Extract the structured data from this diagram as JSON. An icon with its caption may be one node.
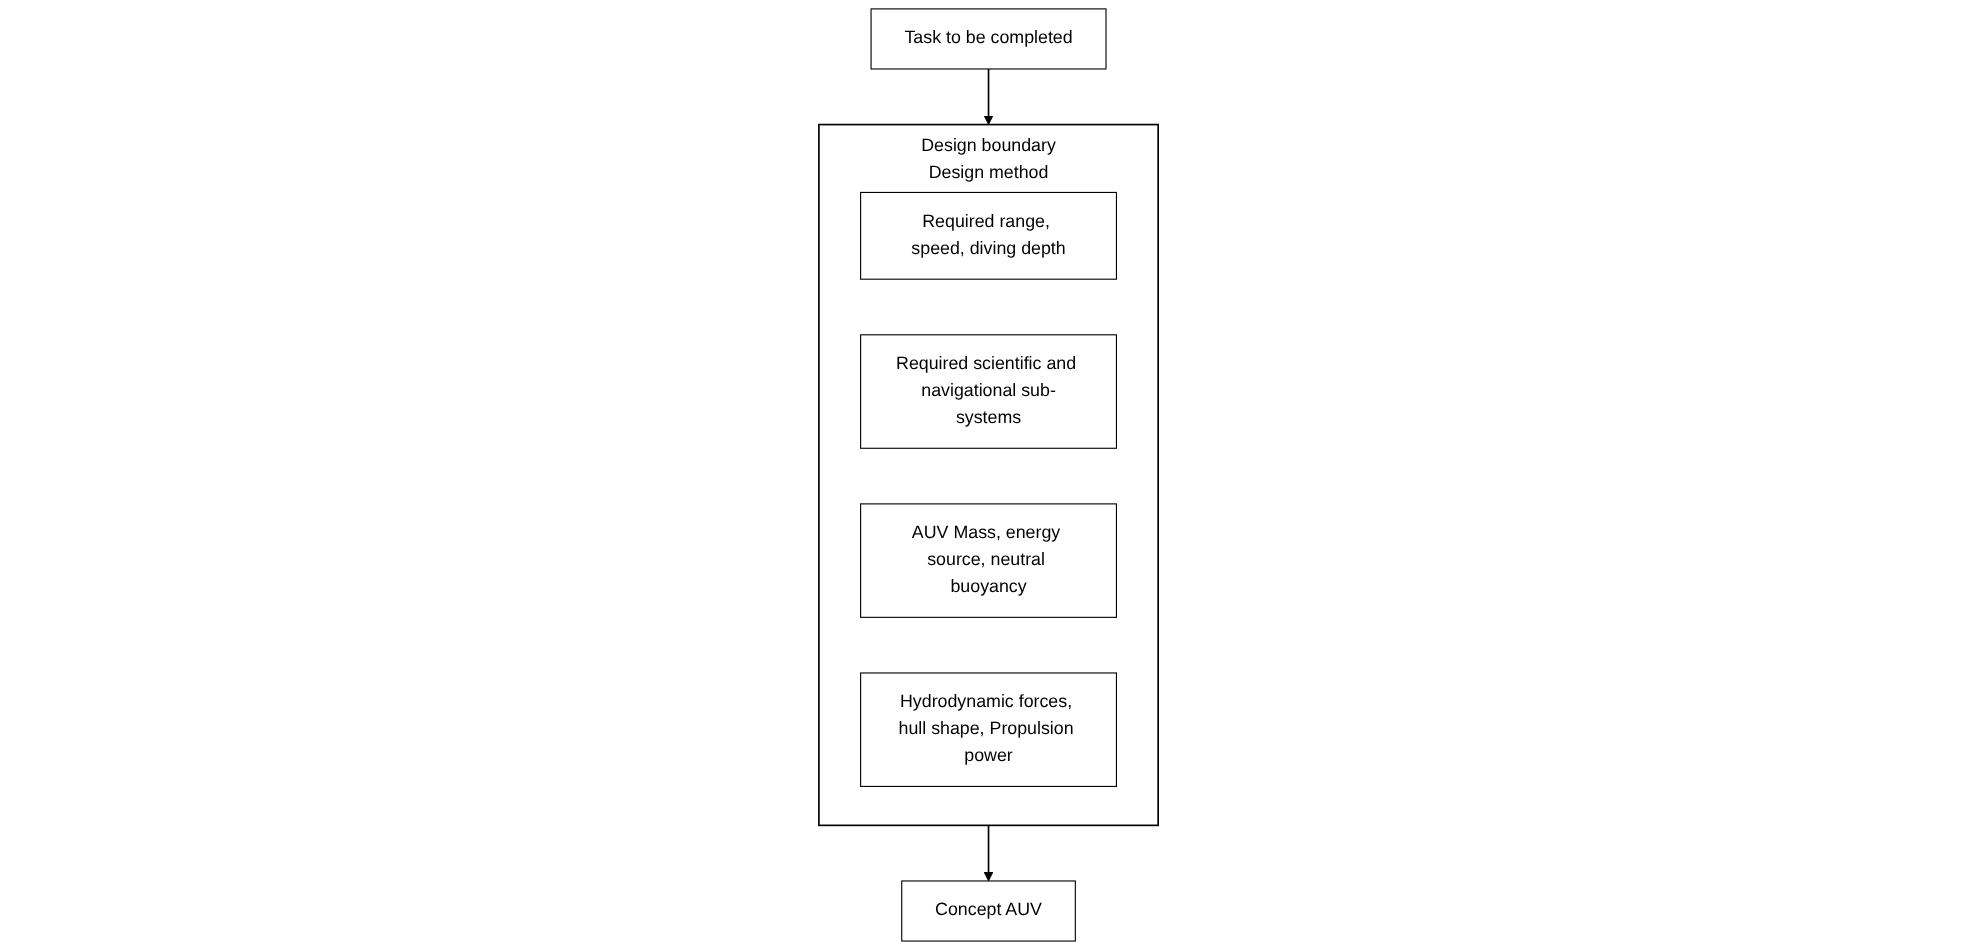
{
  "diagram": {
    "nodes": [
      {
        "text": [
          "Task to be completed"
        ]
      },
      {
        "text": [
          "Design boundary",
          "Design method"
        ]
      },
      {
        "text": [
          "Required range, speed, diving depth"
        ],
        "in": 1
      },
      {
        "text": [
          "Required scientific and navigational sub-systems"
        ],
        "in": 1
      },
      {
        "text": [
          "AUV Mass, energy source, neutral buoyancy"
        ],
        "in": 1
      },
      {
        "text": [
          "Hydrodynamic forces, hull shape, Propulsion power"
        ],
        "in": 1
      },
      {
        "text": [
          "Concept AUV"
        ]
      }
    ],
    "edges": [
      {
        "from": 0,
        "to": 1,
        "arrow": "to"
      },
      {
        "from": 1,
        "to": 6,
        "arrow": "to"
      }
    ]
  }
}
